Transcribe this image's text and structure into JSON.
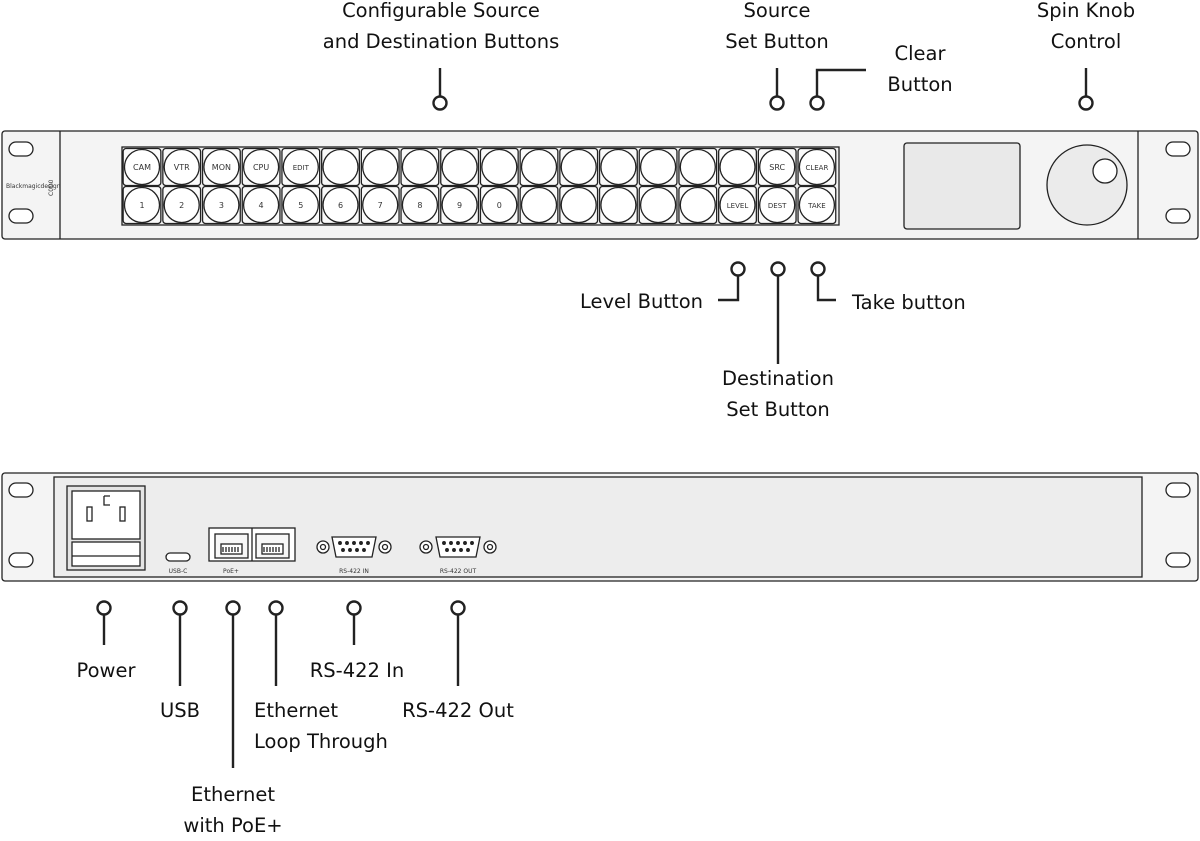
{
  "front_panel": {
    "brand": "Blackmagicdesign",
    "model": "C0D0",
    "buttons_top": [
      "CAM",
      "VTR",
      "MON",
      "CPU",
      "EDIT",
      "",
      "",
      "",
      "",
      "",
      "",
      "",
      "",
      "",
      "",
      "",
      "SRC",
      "CLEAR"
    ],
    "buttons_bottom": [
      "1",
      "2",
      "3",
      "4",
      "5",
      "6",
      "7",
      "8",
      "9",
      "0",
      "",
      "",
      "",
      "",
      "",
      "LEVEL",
      "DEST",
      "TAKE"
    ]
  },
  "rear_panel": {
    "ports": {
      "usb": "USB-C",
      "poe": "PoE+",
      "rs422_in": "RS-422 IN",
      "rs422_out": "RS-422 OUT"
    }
  },
  "callouts": {
    "configurable": [
      "Configurable Source",
      "and Destination Buttons"
    ],
    "source_set": [
      "Source",
      "Set Button"
    ],
    "clear": [
      "Clear",
      "Button"
    ],
    "spin_knob": [
      "Spin Knob",
      "Control"
    ],
    "level": [
      "Level Button"
    ],
    "destination_set": [
      "Destination",
      "Set Button"
    ],
    "take": [
      "Take button"
    ],
    "power": [
      "Power"
    ],
    "usb": [
      "USB"
    ],
    "ethernet_poe": [
      "Ethernet",
      "with PoE+"
    ],
    "ethernet_loop": [
      "Ethernet",
      "Loop Through"
    ],
    "rs422_in": [
      "RS-422 In"
    ],
    "rs422_out": [
      "RS-422 Out"
    ]
  }
}
